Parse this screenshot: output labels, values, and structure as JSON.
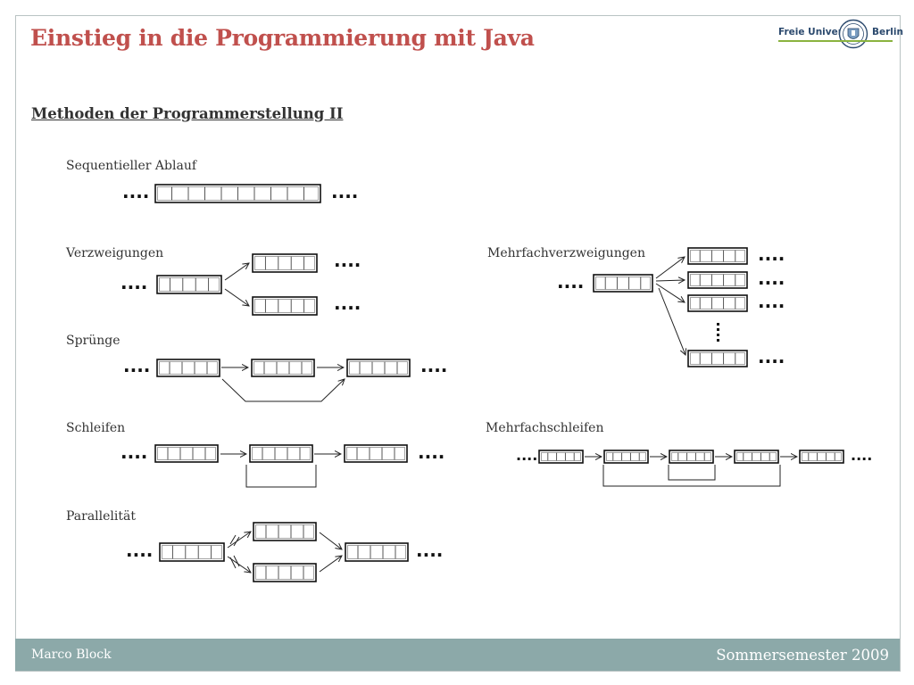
{
  "slide": {
    "title": "Einstieg in die Programmierung mit Java",
    "subtitle": "Methoden der Programmerstellung II"
  },
  "logo": {
    "text_left": "Freie Universität",
    "text_right": "Berlin"
  },
  "sections": {
    "sequentiell": "Sequentieller Ablauf",
    "verzweigungen": "Verzweigungen",
    "mehrfachverzweigungen": "Mehrfachverzweigungen",
    "spruenge": "Sprünge",
    "schleifen": "Schleifen",
    "mehrfachschleifen": "Mehrfachschleifen",
    "parallelitaet": "Parallelität"
  },
  "ellipsis": "....",
  "ellipsis_vertical": "⋮",
  "footer": {
    "author": "Marco Block",
    "semester": "Sommersemester 2009"
  },
  "colors": {
    "title": "#c0504d",
    "footer_bg": "#8ca9a9",
    "logo_line": "#8ab33f",
    "logo_text": "#2c4a6e"
  }
}
